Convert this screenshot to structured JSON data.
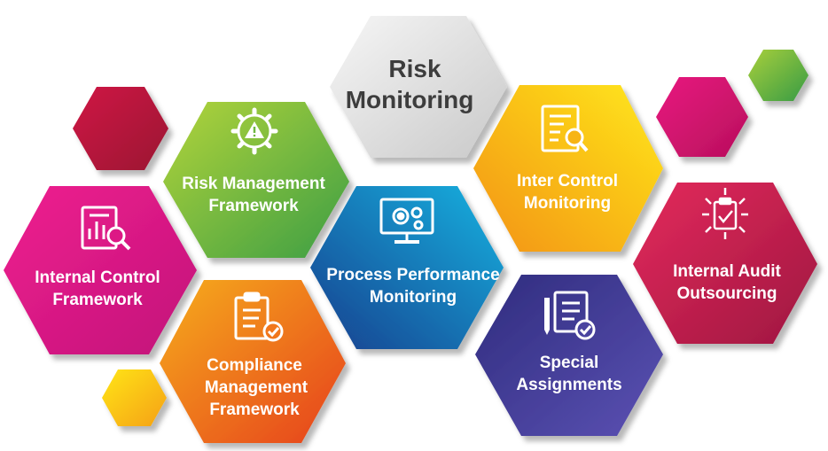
{
  "center": {
    "line1": "Risk",
    "line2": "Monitoring"
  },
  "hexes": {
    "rmf": {
      "line1": "Risk Management",
      "line2": "Framework"
    },
    "icm": {
      "line1": "Inter Control",
      "line2": "Monitoring"
    },
    "icf": {
      "line1": "Internal Control",
      "line2": "Framework"
    },
    "ppm": {
      "line1": "Process Performance",
      "line2": "Monitoring"
    },
    "iao": {
      "line1": "Internal Audit",
      "line2": "Outsourcing"
    },
    "cmf": {
      "line1": "Compliance",
      "line2": "Management",
      "line3": "Framework"
    },
    "sa": {
      "line1": "Special",
      "line2": "Assignments"
    }
  },
  "icons": {
    "rmf": "gear-warning-icon",
    "icm": "document-search-icon",
    "icf": "report-chart-search-icon",
    "ppm": "monitor-gears-icon",
    "iao": "clipboard-arrows-icon",
    "cmf": "clipboard-check-icon",
    "sa": "checklist-pen-check-icon"
  },
  "colors": {
    "center": [
      "#f4f4f4",
      "#cfcfcf"
    ],
    "rmf": [
      "#a7cf3a",
      "#44a345"
    ],
    "icm": [
      "#ffe01a",
      "#f39a12"
    ],
    "icf": [
      "#ec1d8d",
      "#c8157d"
    ],
    "ppm": [
      "#1aa0d4",
      "#1a4f9c"
    ],
    "iao": [
      "#e12357",
      "#a51842"
    ],
    "cmf": [
      "#f4a21c",
      "#e8461d"
    ],
    "sa": [
      "#3e3a8f",
      "#5a4fb0"
    ],
    "deco_red": [
      "#c8163e",
      "#a21234"
    ],
    "deco_pink": [
      "#e0157a",
      "#c0115f"
    ],
    "deco_green": [
      "#9dc93b",
      "#3e9f45"
    ],
    "deco_yellow": [
      "#ffe01a",
      "#f6a511"
    ]
  }
}
